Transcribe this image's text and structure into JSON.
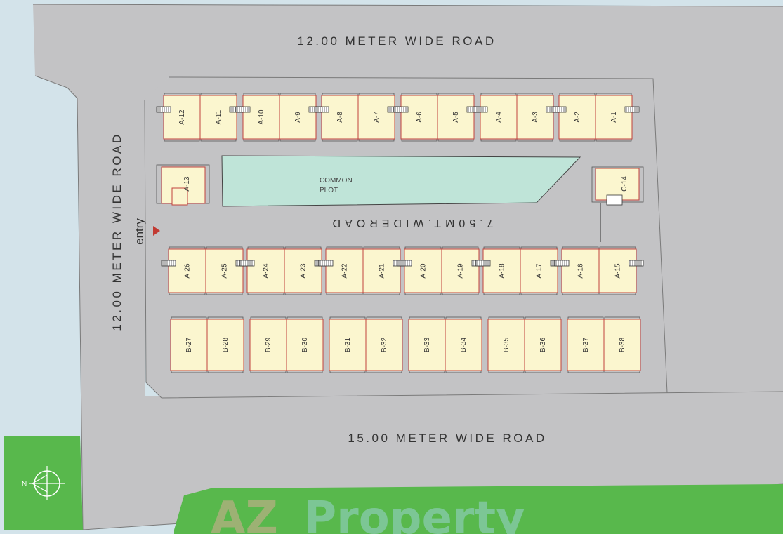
{
  "colors": {
    "road": "#c3c3c5",
    "water": "#d3e3ea",
    "green": "#58b84c",
    "unit_fill": "#fbf6cf",
    "unit_outline": "#c2413c",
    "common_plot": "#bfe4d8",
    "entry_marker": "#c23a32"
  },
  "roads": {
    "top": "12.00  METER  WIDE  ROAD",
    "left": "12.00  METER  WIDE  ROAD",
    "bottom": "15.00  METER  WIDE  ROAD",
    "internal": "7.50MT.WIDEROAD"
  },
  "entry": {
    "label": "entry",
    "marker_icon": "triangle-marker"
  },
  "common_plot": {
    "line1": "COMMON",
    "line2": "PLOT"
  },
  "compass": {
    "north_label": "N",
    "icon": "north-arrow-compass"
  },
  "watermark": {
    "parts": [
      "AZ",
      "Property"
    ]
  },
  "units": {
    "row_a_top": [
      "A-12",
      "A-11",
      "A-10",
      "A-9",
      "A-8",
      "A-7",
      "A-6",
      "A-5",
      "A-4",
      "A-3",
      "A-2",
      "A-1"
    ],
    "single_left": "A-13",
    "single_right": "C-14",
    "row_a_bottom": [
      "A-26",
      "A-25",
      "A-24",
      "A-23",
      "A-22",
      "A-21",
      "A-20",
      "A-19",
      "A-18",
      "A-17",
      "A-16",
      "A-15"
    ],
    "row_b": [
      "B-27",
      "B-28",
      "B-29",
      "B-30",
      "B-31",
      "B-32",
      "B-33",
      "B-34",
      "B-35",
      "B-36",
      "B-37",
      "B-38"
    ]
  }
}
